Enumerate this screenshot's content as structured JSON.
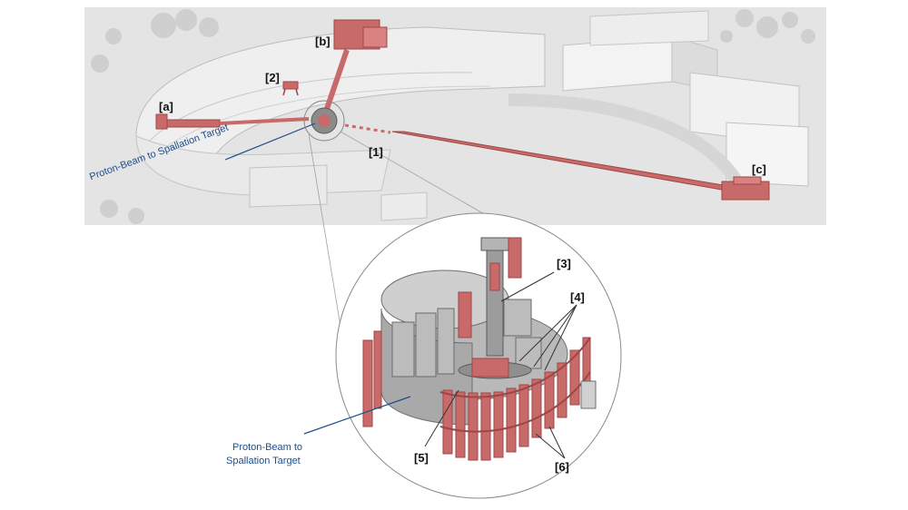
{
  "labels": {
    "a": "[a]",
    "b": "[b]",
    "c": "[c]",
    "one": "[1]",
    "two": "[2]",
    "three": "[3]",
    "four": "[4]",
    "five": "[5]",
    "six": "[6]"
  },
  "beam_label_top": "Proton-Beam to Spallation Target",
  "beam_label_bottom": [
    "Proton-Beam to",
    "Spallation Target"
  ],
  "colors": {
    "instrument": "#c96a6a",
    "instrument_dark": "#9e4545",
    "background_aerial": "#e6e6e6",
    "building": "#f4f4f4",
    "beam_line": "#1f4e8a",
    "label": "#111111"
  }
}
